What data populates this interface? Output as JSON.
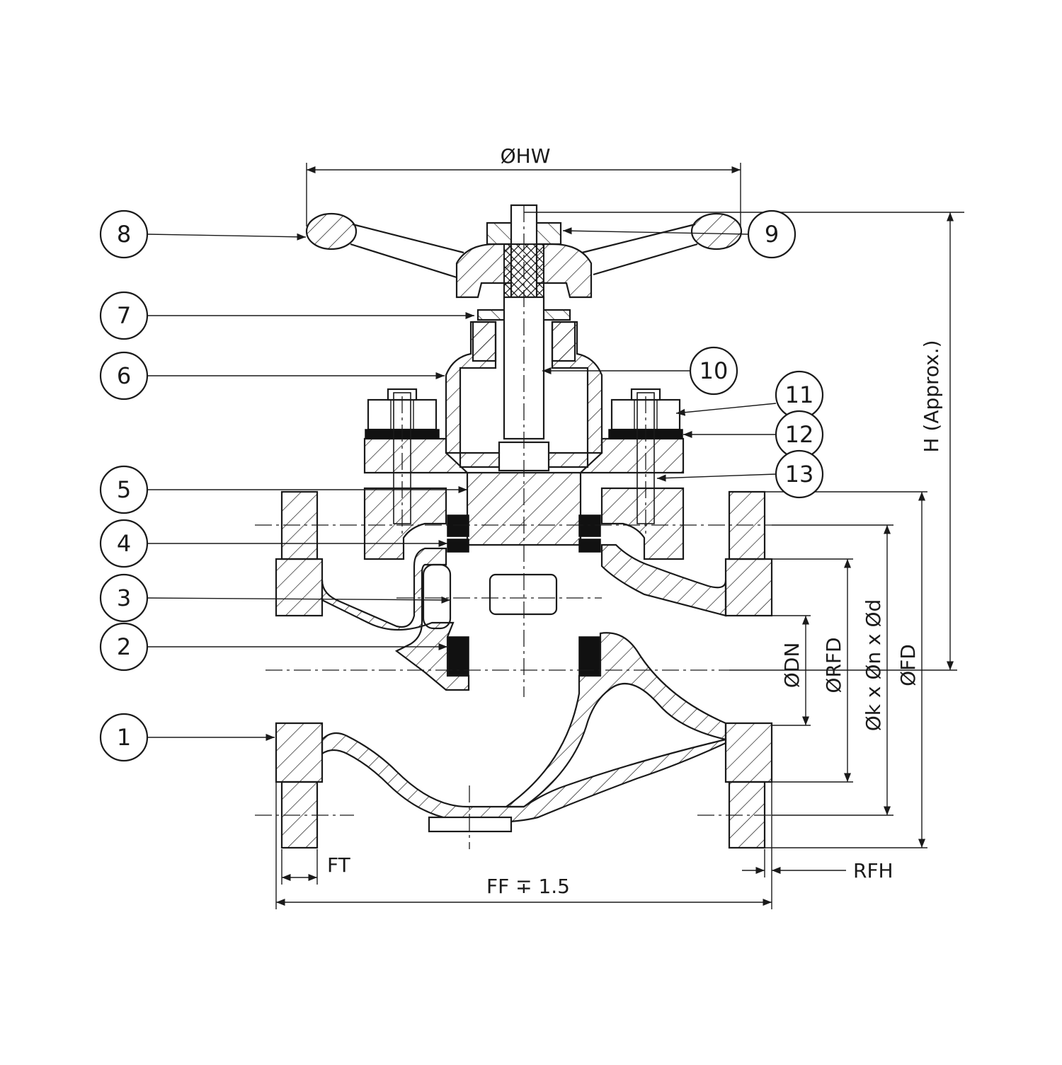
{
  "dimensions": {
    "hw": "ØHW",
    "h": "H (Approx.)",
    "fd": "ØFD",
    "kd": "Øk x Øn x Ød",
    "rfd": "ØRFD",
    "dn": "ØDN",
    "ft": "FT",
    "ff": "FF ∓ 1.5",
    "rfh": "RFH"
  },
  "balloons": [
    "1",
    "2",
    "3",
    "4",
    "5",
    "6",
    "7",
    "8",
    "9",
    "10",
    "11",
    "12",
    "13"
  ],
  "colors": {
    "line": "#1a1a1a",
    "background": "#ffffff"
  }
}
